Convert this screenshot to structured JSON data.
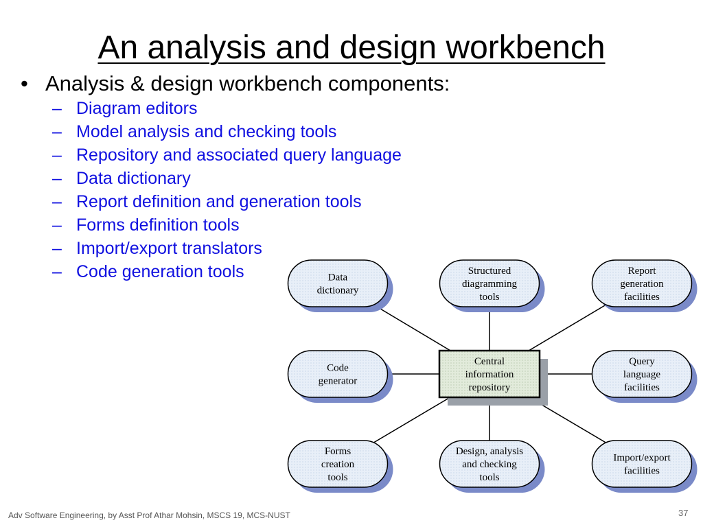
{
  "slide": {
    "title": "An analysis and design workbench",
    "bullet": "Analysis & design workbench components:",
    "sub_items": [
      "Diagram editors",
      "Model analysis and checking tools",
      "Repository and associated query language",
      "Data dictionary",
      "Report definition and generation tools",
      "Forms definition tools",
      "Import/export translators",
      "Code generation tools"
    ],
    "footer": "Adv Software Engineering, by Asst Prof Athar Mohsin, MSCS 19, MCS-NUST",
    "page_number": "37"
  },
  "diagram": {
    "center": {
      "lines": [
        "Central",
        "information",
        "repository"
      ]
    },
    "nodes": [
      {
        "id": "data-dictionary",
        "lines": [
          "Data",
          "dictionary"
        ]
      },
      {
        "id": "structured-diagramming-tools",
        "lines": [
          "Structured",
          "diagramming",
          "tools"
        ]
      },
      {
        "id": "report-generation-facilities",
        "lines": [
          "Report",
          "generation",
          "facilities"
        ]
      },
      {
        "id": "code-generator",
        "lines": [
          "Code",
          "generator"
        ]
      },
      {
        "id": "query-language-facilities",
        "lines": [
          "Query",
          "language",
          "facilities"
        ]
      },
      {
        "id": "forms-creation-tools",
        "lines": [
          "Forms",
          "creation",
          "tools"
        ]
      },
      {
        "id": "design-analysis-checking-tools",
        "lines": [
          "Design, analysis",
          "and checking",
          "tools"
        ]
      },
      {
        "id": "import-export-facilities",
        "lines": [
          "Import/export",
          "facilities"
        ]
      }
    ]
  },
  "colors": {
    "sub_item_text": "#1010e0",
    "node_fill": "#e4ecf6",
    "node_shadow": "#7a8ac8",
    "center_fill": "#dfe8d6",
    "center_shadow": "#9aa0a8"
  }
}
